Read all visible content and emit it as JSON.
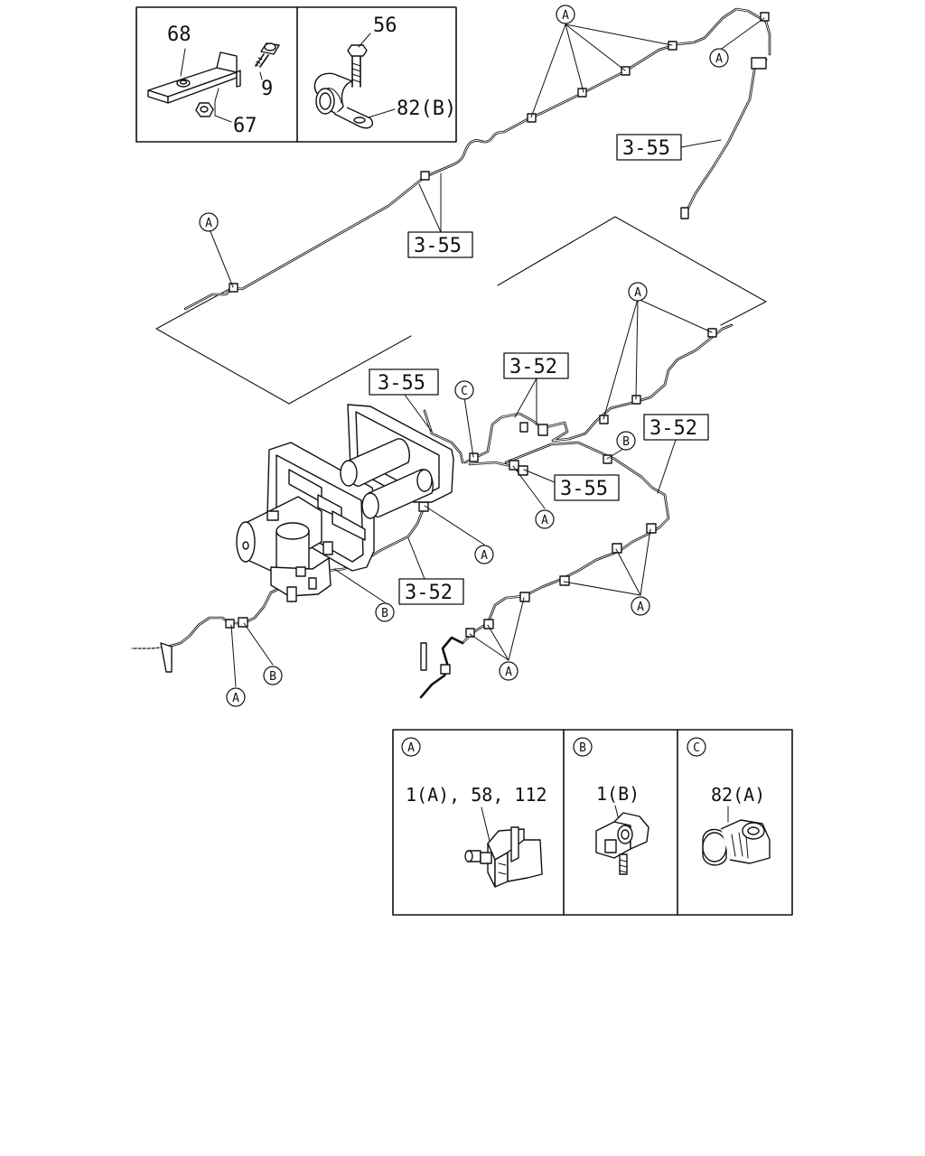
{
  "inset_top": {
    "left_panel": {
      "part_bracket": "68",
      "part_bolt": "9",
      "part_nut": "67"
    },
    "right_panel": {
      "part_bolt": "56",
      "part_clamp": "82(B)"
    }
  },
  "ref_labels": {
    "top_pipe_a": "3-55",
    "top_pipe_b": "3-55",
    "mid_pipe_a": "3-55",
    "mid_pipe_b": "3-52",
    "right_pipe": "3-52",
    "lower_pipe_a": "3-55",
    "lower_pipe_b": "3-52"
  },
  "callouts": {
    "a": "A",
    "b": "B",
    "c": "C"
  },
  "legend": {
    "a": {
      "letter": "A",
      "parts": "1(A), 58, 112"
    },
    "b": {
      "letter": "B",
      "parts": "1(B)"
    },
    "c": {
      "letter": "C",
      "parts": "82(A)"
    }
  }
}
